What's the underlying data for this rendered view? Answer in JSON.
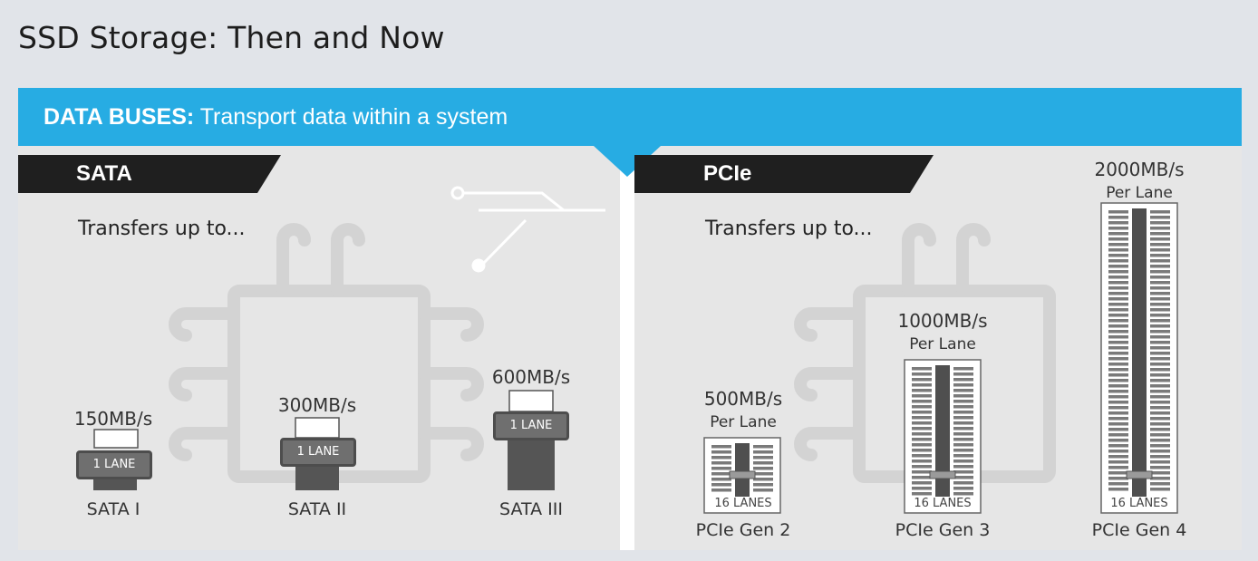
{
  "title": "SSD Storage: Then and Now",
  "banner": {
    "strong": "DATA BUSES:",
    "rest": "Transport data within a system"
  },
  "colors": {
    "accent": "#27ace3",
    "tab": "#1f1f1f",
    "panel": "#e6e6e6",
    "connector": "#4f4f4f"
  },
  "sata": {
    "tab": "SATA",
    "intro": "Transfers up to...",
    "items": [
      {
        "speed": "150MB/s",
        "lanes": "1 LANE",
        "name": "SATA I"
      },
      {
        "speed": "300MB/s",
        "lanes": "1 LANE",
        "name": "SATA II"
      },
      {
        "speed": "600MB/s",
        "lanes": "1 LANE",
        "name": "SATA III"
      }
    ]
  },
  "pcie": {
    "tab": "PCIe",
    "intro": "Transfers up to...",
    "items": [
      {
        "speed": "500MB/s",
        "per_lane": "Per Lane",
        "lanes": "16 LANES",
        "name": "PCIe Gen 2"
      },
      {
        "speed": "1000MB/s",
        "per_lane": "Per Lane",
        "lanes": "16 LANES",
        "name": "PCIe Gen 3"
      },
      {
        "speed": "2000MB/s",
        "per_lane": "Per Lane",
        "lanes": "16 LANES",
        "name": "PCIe Gen 4"
      }
    ]
  }
}
